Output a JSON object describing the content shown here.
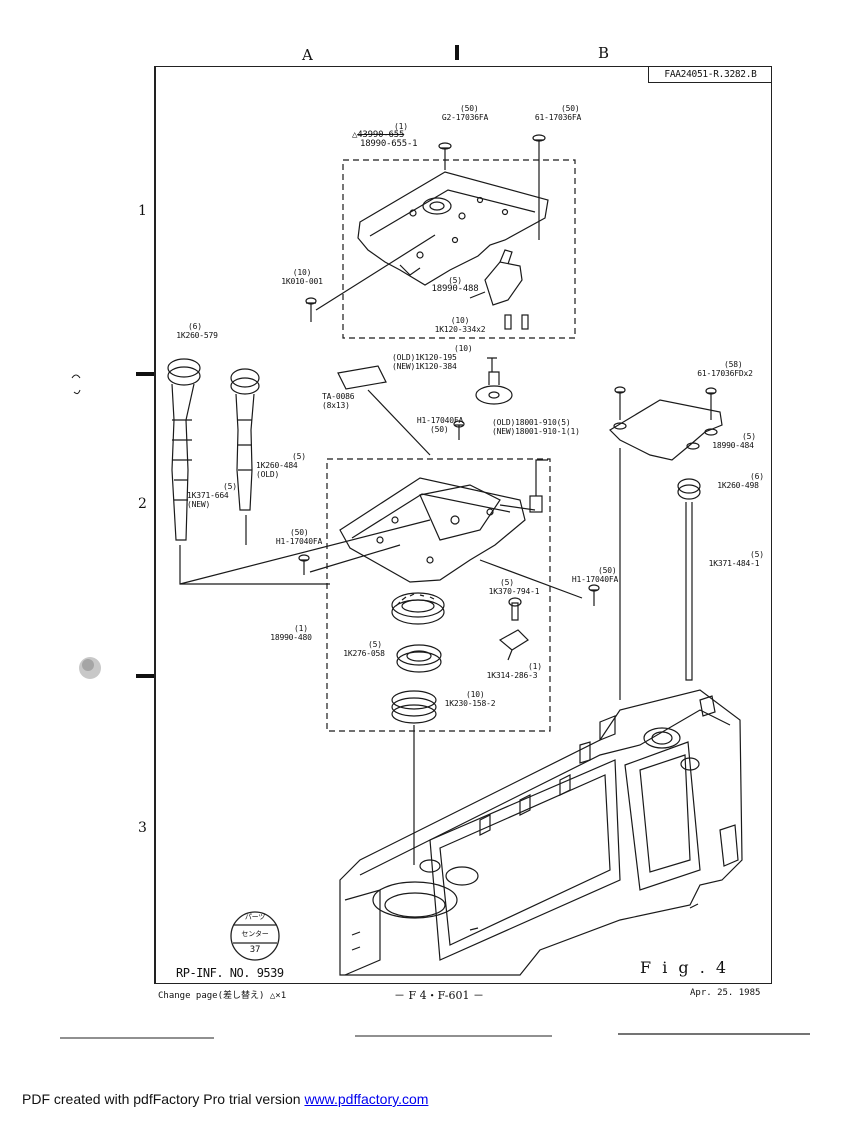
{
  "header": {
    "col_a": "A",
    "col_b": "B",
    "doc_id": "FAA24051-R.3282.B"
  },
  "rows": [
    "1",
    "2",
    "3"
  ],
  "parts": {
    "p1": {
      "qty": "(50)",
      "code": "G2-17036FA"
    },
    "p2": {
      "qty": "(50)",
      "code": "61-17036FA"
    },
    "p3": {
      "qty": "(1)",
      "code_old": "43990-655",
      "code": "18990-655-1"
    },
    "p4": {
      "qty": "(10)",
      "code": "1K010-001"
    },
    "p5": {
      "qty": "(5)",
      "code": "18990-488"
    },
    "p6": {
      "qty": "(10)",
      "code": "1K120-334x2"
    },
    "p7": {
      "qty": "(6)",
      "code": "1K260-579"
    },
    "p8": {
      "qty": "(10)",
      "code_old": "(OLD)1K120-195",
      "code_new": "(NEW)1K120-384"
    },
    "p9": {
      "code": "TA-0086",
      "size": "(8x13)"
    },
    "p10": {
      "code": "H1-17040FA",
      "qty": "(50)"
    },
    "p11": {
      "code_old": "(OLD)18001-910(5)",
      "code_new": "(NEW)18001-910-1(1)"
    },
    "p12": {
      "qty": "(5)",
      "code": "1K260-484",
      "note": "(OLD)"
    },
    "p13": {
      "qty": "(5)",
      "code": "1K371-664",
      "note": "(NEW)"
    },
    "p14": {
      "qty": "(50)",
      "code": "H1-17040FA"
    },
    "p15": {
      "qty": "(58)",
      "code": "61-17036FDx2"
    },
    "p16": {
      "qty": "(5)",
      "code": "18990-484"
    },
    "p17": {
      "qty": "(6)",
      "code": "1K260-498"
    },
    "p18": {
      "qty": "(5)",
      "code": "1K371-484-1"
    },
    "p19": {
      "qty": "(5)",
      "code": "1K370-794-1"
    },
    "p20": {
      "qty": "(50)",
      "code": "H1-17040FA"
    },
    "p21": {
      "qty": "(1)",
      "code": "18990-480"
    },
    "p22": {
      "qty": "(5)",
      "code": "1K276-058"
    },
    "p23": {
      "qty": "(1)",
      "code": "1K314-286-3"
    },
    "p24": {
      "qty": "(10)",
      "code": "1K230-158-2"
    }
  },
  "stamp": {
    "line1": "パーツ",
    "line2": "センター",
    "line3": "37"
  },
  "footer": {
    "rp": "RP-INF. NO. 9539",
    "change": "Change page(差し替え) △×1",
    "page": "－ F 4・F-601 －",
    "fig": "F i g .  4",
    "date": "Apr. 25. 1985"
  },
  "pdf": {
    "text": "PDF created with pdfFactory Pro trial version ",
    "link": "www.pdffactory.com"
  }
}
